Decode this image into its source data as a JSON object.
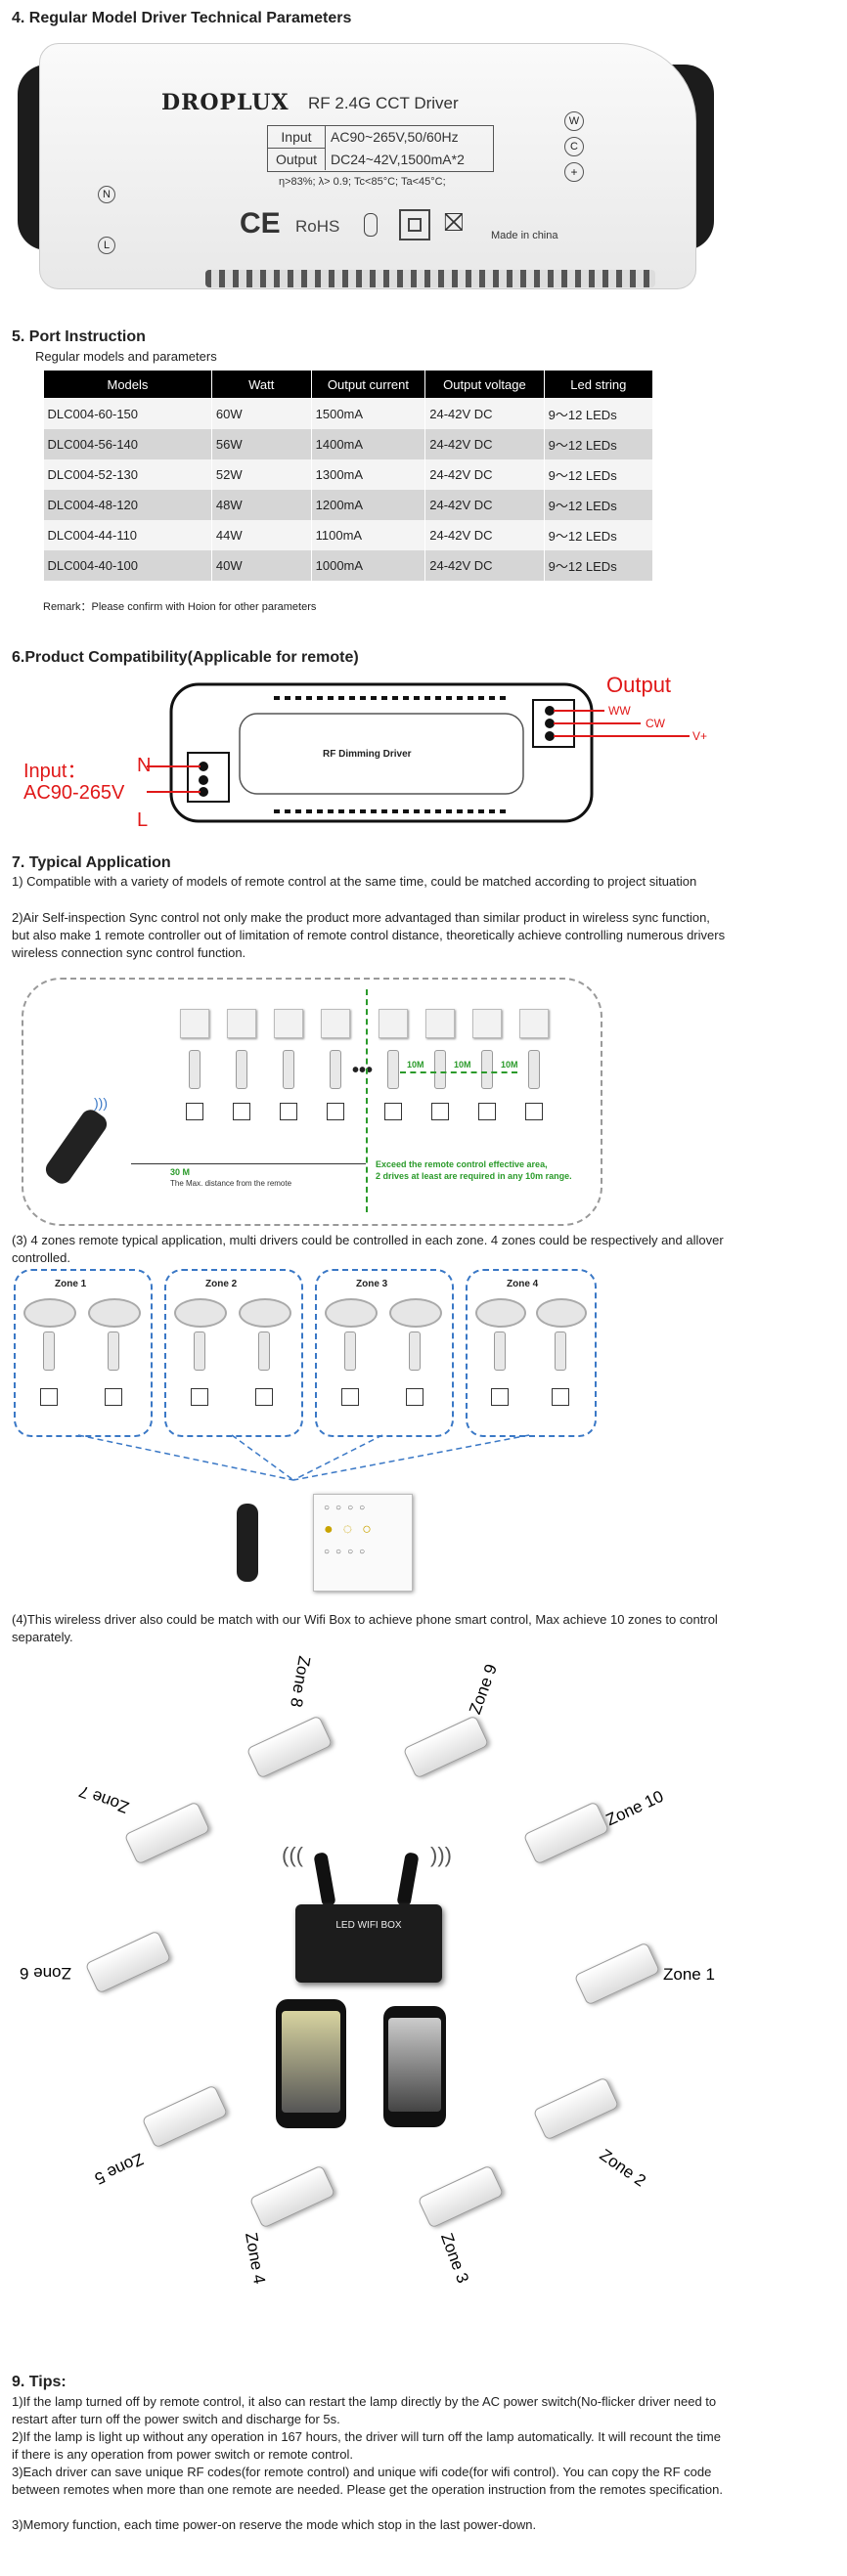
{
  "sec4": {
    "title": "4. Regular Model Driver Technical Parameters",
    "brand": "DROPLUX",
    "model_title": "RF 2.4G CCT Driver",
    "input_label": "Input",
    "input_value": "AC90~265V,50/60Hz",
    "output_label": "Output",
    "output_value": "DC24~42V,1500mA*2",
    "specs_line": "η>83%;  λ> 0.9;  Tc<85°C;  Ta<45°C;",
    "ce": "CE",
    "rohs": "RoHS",
    "made_in": "Made in china",
    "port_n": "N",
    "port_l": "L",
    "port_w": "W",
    "port_c": "C",
    "port_plus": "+"
  },
  "sec5": {
    "title": "5. Port Instruction",
    "subtitle": "Regular models and parameters",
    "columns": [
      "Models",
      "Watt",
      "Output current",
      "Output voltage",
      "Led string"
    ],
    "rows": [
      [
        "DLC004-60-150",
        "60W",
        "1500mA",
        "24-42V DC",
        "9～12 LEDs"
      ],
      [
        "DLC004-56-140",
        "56W",
        "1400mA",
        "24-42V DC",
        "9～12 LEDs"
      ],
      [
        "DLC004-52-130",
        "52W",
        "1300mA",
        "24-42V DC",
        "9～12 LEDs"
      ],
      [
        "DLC004-48-120",
        "48W",
        "1200mA",
        "24-42V DC",
        "9～12 LEDs"
      ],
      [
        "DLC004-44-110",
        "44W",
        "1100mA",
        "24-42V DC",
        "9～12 LEDs"
      ],
      [
        "DLC004-40-100",
        "40W",
        "1000mA",
        "24-42V DC",
        "9～12 LEDs"
      ]
    ],
    "remark": "Remark：Please confirm with Hoion for other parameters"
  },
  "sec6": {
    "title": "6.Product Compatibility(Applicable for remote)",
    "output_label": "Output",
    "ww": "WW",
    "cw": "CW",
    "vplus": "V+",
    "input_label": "Input：",
    "input_value": "AC90-265V",
    "n": "N",
    "l": "L",
    "driver_name": "RF  Dimming Driver"
  },
  "sec7": {
    "title": "7. Typical Application",
    "p1": "1) Compatible with a variety of models of remote control at the same time, could be matched according to project situation",
    "p2": "2)Air Self-inspection Sync control not only make the product more advantaged than similar product in wireless sync function, but also make 1 remote controller out of limitation of remote control distance, theoretically achieve controlling numerous drivers wireless connection sync control function.",
    "dist1": "10M",
    "dist2": "10M",
    "dist3": "10M",
    "range": "30 M",
    "range_note": "The  Max. distance from the remote",
    "exceed1": "Exceed the remote control effective area,",
    "exceed2": "2 drives at least are required in any 10m range.",
    "p3": "(3) 4 zones remote typical application, multi drivers could be controlled in each zone. 4 zones could be respectively and allover controlled.",
    "zones": [
      "Zone 1",
      "Zone 2",
      "Zone 3",
      "Zone 4"
    ],
    "p4": "(4)This wireless driver also could be match with our Wifi Box to achieve phone smart control, Max achieve 10 zones to control separately.",
    "wifi_zones": [
      "Zone 1",
      "Zone 2",
      "Zone 3",
      "Zone 4",
      "Zone 5",
      "Zone 6",
      "Zone 7",
      "Zone 8",
      "Zone 9",
      "Zone 10"
    ],
    "wifi_box_label": "LED WIFI BOX"
  },
  "sec9": {
    "title": "9. Tips:",
    "t1": "1)If the lamp turned off by remote control, it also can restart the lamp directly by the AC power switch(No-flicker driver need to restart after turn off the power switch and discharge for 5s.",
    "t2": "2)If the lamp is light up without any operation in 167 hours, the driver will turn off the lamp automatically. It will recount the time if there is any operation from power switch or remote control.",
    "t3": "3)Each driver can save unique RF codes(for remote control) and unique wifi code(for wifi control). You can copy the RF code between remotes when more than one remote are needed. Please get the operation instruction from the remotes specification.",
    "t4": "3)Memory function, each time power-on reserve the mode which stop in the last power-down."
  },
  "colors": {
    "accent_red": "#e01818",
    "dashed_blue": "#3a78c6",
    "green": "#2a9a2a"
  }
}
